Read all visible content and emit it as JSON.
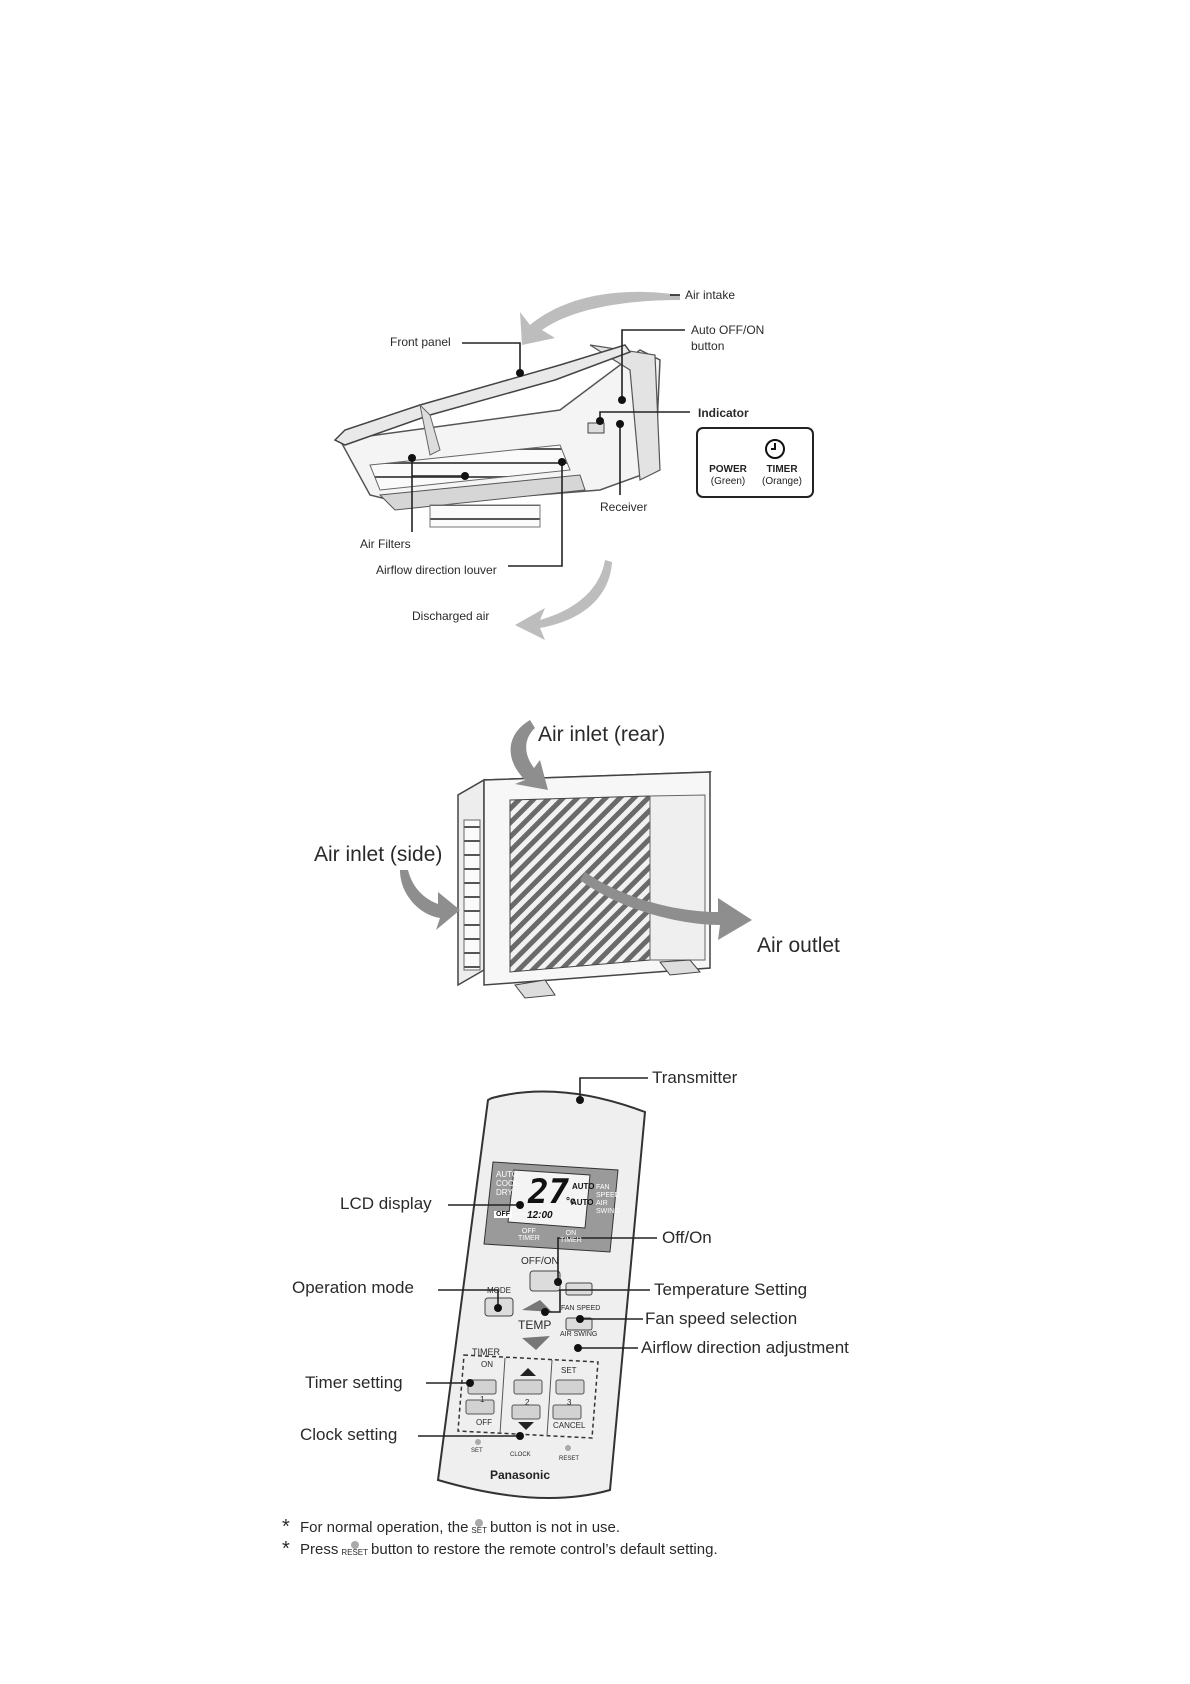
{
  "indoor_unit": {
    "labels": {
      "air_intake": "Air intake",
      "auto_button_line1": "Auto OFF/ON",
      "auto_button_line2": "button",
      "front_panel": "Front panel",
      "indicator": "Indicator",
      "receiver": "Receiver",
      "air_filters": "Air Filters",
      "louver": "Airflow direction louver",
      "discharged_air": "Discharged air"
    },
    "indicator_panel": {
      "power_label": "POWER",
      "power_color": "(Green)",
      "timer_label": "TIMER",
      "timer_color": "(Orange)"
    }
  },
  "outdoor_unit": {
    "labels": {
      "air_inlet_rear": "Air inlet (rear)",
      "air_inlet_side": "Air inlet (side)",
      "air_outlet": "Air outlet"
    }
  },
  "remote": {
    "labels": {
      "transmitter": "Transmitter",
      "lcd_display": "LCD display",
      "off_on": "Off/On",
      "operation_mode": "Operation mode",
      "temperature_setting": "Temperature Setting",
      "fan_speed_selection": "Fan speed selection",
      "airflow_adjustment": "Airflow direction adjustment",
      "timer_setting": "Timer setting",
      "clock_setting": "Clock setting"
    },
    "lcd": {
      "modes": [
        "AUTO",
        "COOL",
        "DRY"
      ],
      "temp": "27",
      "unit": "°c",
      "fan_auto": "AUTO",
      "swing_auto": "AUTO",
      "fan_speed": [
        "FAN",
        "SPEED"
      ],
      "air_swing": [
        "AIR",
        "SWING"
      ],
      "off_badge": "OFF",
      "clock": "12:00",
      "off_timer": [
        "OFF",
        "TIMER"
      ],
      "on_timer": [
        "ON",
        "TIMER"
      ]
    },
    "buttons": {
      "off_on": "OFF/ON",
      "mode": "MODE",
      "fan_speed": "FAN SPEED",
      "temp": "TEMP",
      "air_swing": "AIR SWING",
      "timer": "TIMER",
      "on": "ON",
      "off": "OFF",
      "set": "SET",
      "cancel": "CANCEL",
      "n1": "1",
      "n2": "2",
      "n3": "3",
      "small_set": "SET",
      "clock": "CLOCK",
      "reset": "RESET",
      "brand": "Panasonic"
    }
  },
  "notes": {
    "n1_before": "For normal operation, the",
    "n1_btn": "SET",
    "n1_after": "button is not in use.",
    "n2_before": "Press",
    "n2_btn": "RESET",
    "n2_after": "button to restore the remote control’s default setting.",
    "star": "*"
  }
}
